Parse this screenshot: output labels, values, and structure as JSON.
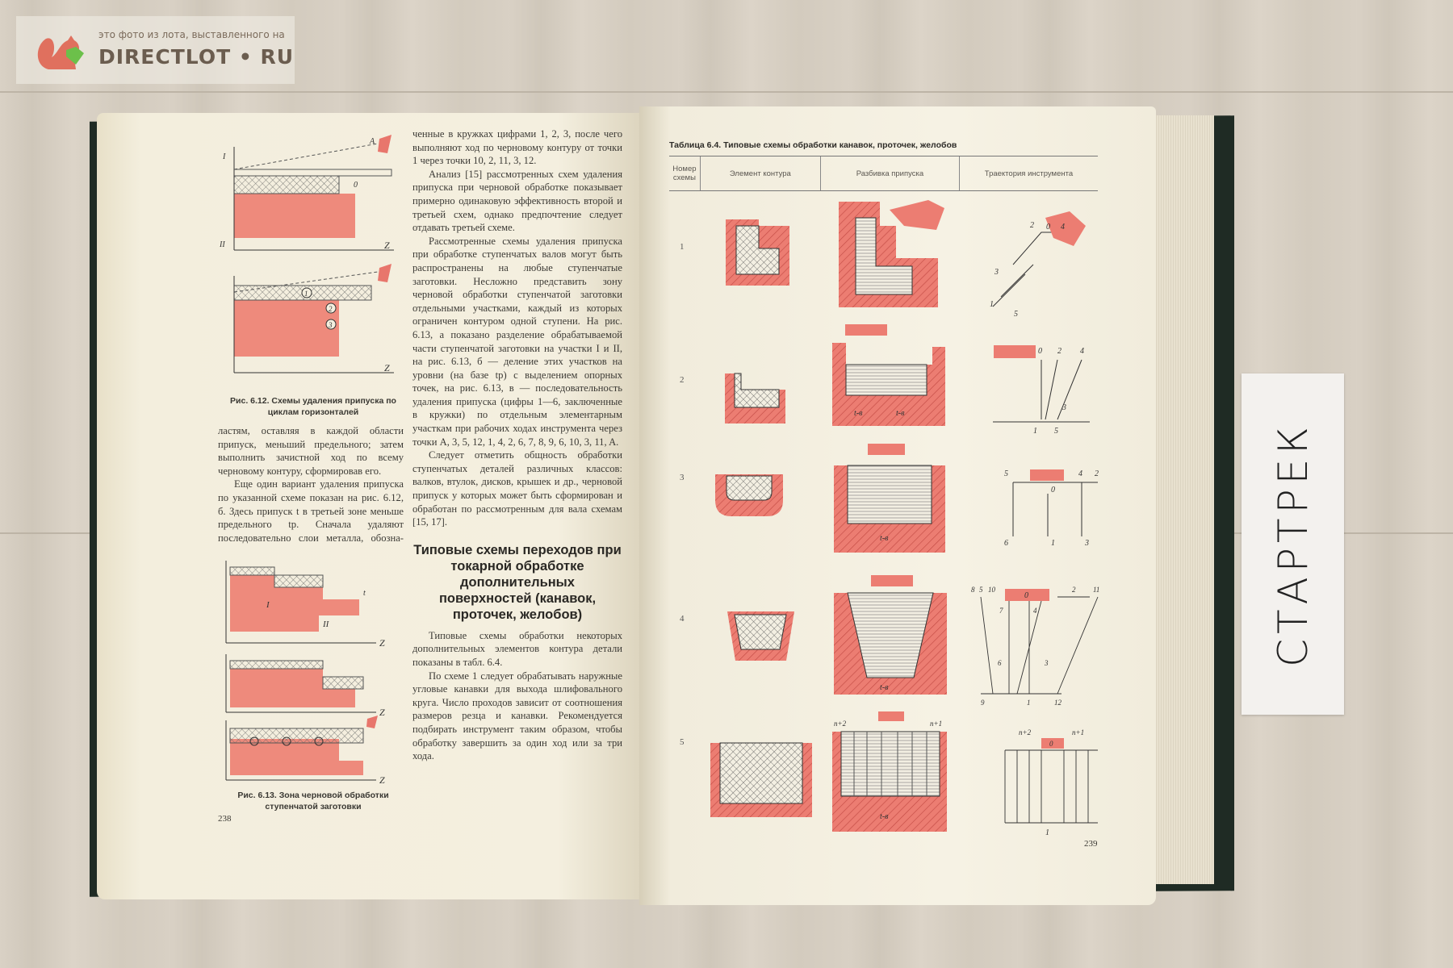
{
  "watermark": {
    "caption": "это фото из лота, выставленного на",
    "brand": "DIRECTLOT • RU"
  },
  "sticker": {
    "text": "СТАРТРЕК"
  },
  "left_page": {
    "page_number": "238",
    "fig_612_caption": "Рис. 6.12. Схемы удаления припуска по циклам горизонталей",
    "fig_612_labels": [
      "A",
      "0",
      "1",
      "2",
      "3",
      "Z",
      "I",
      "II"
    ],
    "fig_613_caption": "Рис. 6.13. Зона черновой обработки ступенчатой заготовки",
    "fig_613_labels": [
      "I",
      "II",
      "Z",
      "t"
    ],
    "left_column": [
      "ластям, оставляя в каждой области припуск, меньший предельного; затем выполнить зачистной ход по всему черновому контуру, сформировав его.",
      "Еще один вариант удаления припуска по указанной схеме показан на рис. 6.12, б. Здесь припуск t в третьей зоне меньше предельного tp. Сначала удаляют последовательно слои металла, обозна-"
    ],
    "right_column": [
      "ченные в кружках цифрами 1, 2, 3, после чего выполняют ход по черновому контуру от точки 1 через точки 10, 2, 11, 3, 12.",
      "Анализ [15] рассмотренных схем удаления припуска при черновой обработке показывает примерно одинаковую эффективность второй и третьей схем, однако предпочтение следует отдавать третьей схеме.",
      "Рассмотренные схемы удаления припуска при обработке ступенчатых валов могут быть распространены на любые ступенчатые заготовки. Несложно представить зону черновой обработки ступенчатой заготовки отдельными участками, каждый из которых ограничен контуром одной ступени. На рис. 6.13, а показано разделение обрабатываемой части ступенчатой заготовки на участки I и II, на рис. 6.13, б — деление этих участков на уровни (на базе tp) с выделением опорных точек, на рис. 6.13, в — последовательность удаления припуска (цифры 1—6, заключенные в кружки) по отдельным элементарным участкам при рабочих ходах инструмента через точки A, 3, 5, 12, 1, 4, 2, 6, 7, 8, 9, 6, 10, 3, 11, A.",
      "Следует отметить общность обработки ступенчатых деталей различных классов: валков, втулок, дисков, крышек и др., черновой припуск у которых может быть сформирован и обработан по рассмотренным для вала схемам [15, 17]."
    ],
    "section_heading": "Типовые схемы переходов при токарной обработке дополнительных поверхностей (канавок, проточек, желобов)",
    "section_paragraphs": [
      "Типовые схемы обработки некоторых дополнительных элементов контура детали показаны в табл. 6.4.",
      "По схеме 1 следует обрабатывать наружные угловые канавки для выхода шлифовального круга. Число проходов зависит от соотношения размеров резца и канавки. Рекомендуется подбирать инструмент таким образом, чтобы обработку завершить за один ход или за три хода."
    ]
  },
  "right_page": {
    "page_number": "239",
    "table_title": "Таблица 6.4. Типовые схемы обработки канавок, проточек, желобов",
    "columns": [
      "Номер схемы",
      "Элемент контура",
      "Разбивка припуска",
      "Траектория инструмента"
    ],
    "rows": [
      {
        "number": "1",
        "labels": [
          "2",
          "0",
          "4",
          "3",
          "1",
          "5"
        ],
        "zone_label": ""
      },
      {
        "number": "2",
        "labels": [
          "0",
          "2",
          "4",
          "3",
          "1",
          "5"
        ],
        "zone_label": "t-в"
      },
      {
        "number": "3",
        "labels": [
          "5",
          "0",
          "4",
          "2",
          "6",
          "1",
          "3"
        ],
        "zone_label": "t-в"
      },
      {
        "number": "4",
        "labels": [
          "8",
          "5",
          "10",
          "0",
          "2",
          "11",
          "7",
          "4",
          "6",
          "3",
          "9",
          "1",
          "12"
        ],
        "zone_label": "t-в"
      },
      {
        "number": "5",
        "labels": [
          "n+2",
          "0",
          "n+1",
          "1"
        ],
        "zone_label": "t-в"
      }
    ]
  },
  "colors": {
    "salmon": "#e8766c",
    "page": "#f4efdf",
    "cover": "#1f2b24"
  }
}
